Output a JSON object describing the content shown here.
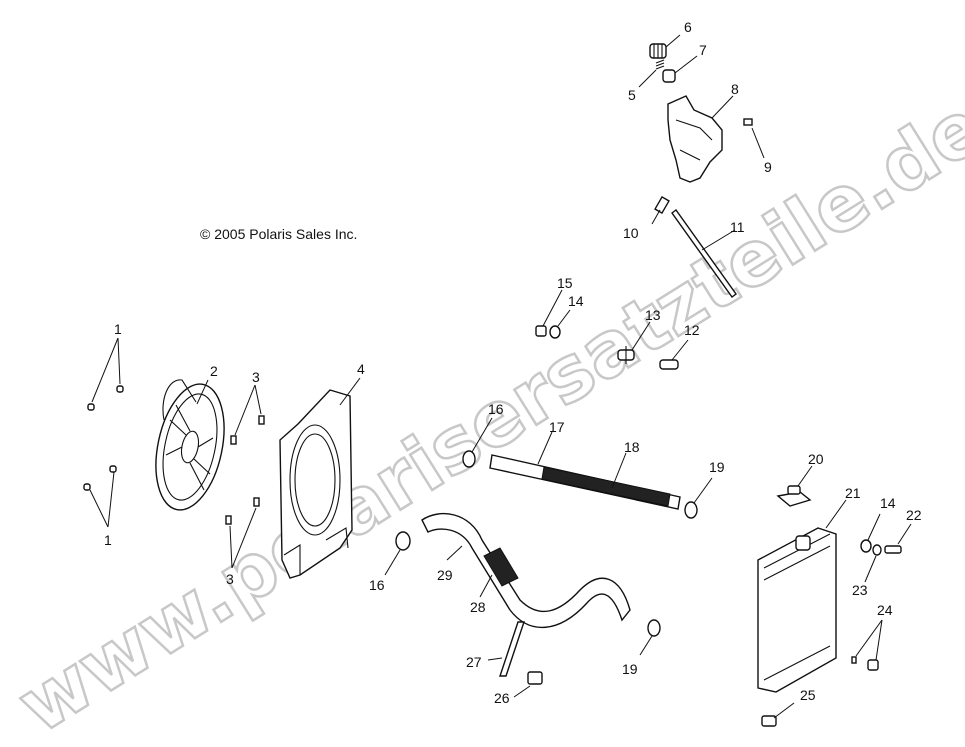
{
  "copyright": "© 2005 Polaris Sales Inc.",
  "watermark": "www.polarisersatzteile.de",
  "callouts": [
    {
      "id": "c1a",
      "text": "1"
    },
    {
      "id": "c1b",
      "text": "1"
    },
    {
      "id": "c2",
      "text": "2"
    },
    {
      "id": "c3a",
      "text": "3"
    },
    {
      "id": "c3b",
      "text": "3"
    },
    {
      "id": "c4",
      "text": "4"
    },
    {
      "id": "c5",
      "text": "5"
    },
    {
      "id": "c6",
      "text": "6"
    },
    {
      "id": "c7",
      "text": "7"
    },
    {
      "id": "c8",
      "text": "8"
    },
    {
      "id": "c9",
      "text": "9"
    },
    {
      "id": "c10",
      "text": "10"
    },
    {
      "id": "c11",
      "text": "11"
    },
    {
      "id": "c12",
      "text": "12"
    },
    {
      "id": "c13",
      "text": "13"
    },
    {
      "id": "c14a",
      "text": "14"
    },
    {
      "id": "c14b",
      "text": "14"
    },
    {
      "id": "c15",
      "text": "15"
    },
    {
      "id": "c16a",
      "text": "16"
    },
    {
      "id": "c16b",
      "text": "16"
    },
    {
      "id": "c17",
      "text": "17"
    },
    {
      "id": "c18",
      "text": "18"
    },
    {
      "id": "c19a",
      "text": "19"
    },
    {
      "id": "c19b",
      "text": "19"
    },
    {
      "id": "c20",
      "text": "20"
    },
    {
      "id": "c21",
      "text": "21"
    },
    {
      "id": "c22",
      "text": "22"
    },
    {
      "id": "c23",
      "text": "23"
    },
    {
      "id": "c24",
      "text": "24"
    },
    {
      "id": "c25",
      "text": "25"
    },
    {
      "id": "c26",
      "text": "26"
    },
    {
      "id": "c27",
      "text": "27"
    },
    {
      "id": "c28",
      "text": "28"
    },
    {
      "id": "c29",
      "text": "29"
    }
  ]
}
